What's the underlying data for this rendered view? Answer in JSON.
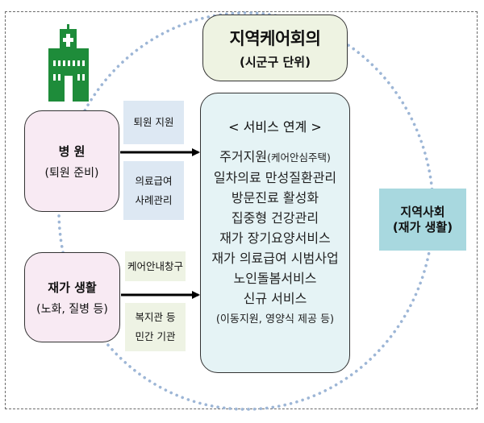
{
  "council": {
    "title": "지역케어회의",
    "subtitle": "(시군구 단위)"
  },
  "service": {
    "heading": "< 서비스 연계 >",
    "items": [
      {
        "main": "주거지원",
        "sub": "(케어안심주택)"
      },
      {
        "main": "일차의료 만성질환관리",
        "sub": ""
      },
      {
        "main": "방문진료 활성화",
        "sub": ""
      },
      {
        "main": "집중형 건강관리",
        "sub": ""
      },
      {
        "main": "재가 장기요양서비스",
        "sub": ""
      },
      {
        "main": "재가 의료급여 시범사업",
        "sub": ""
      },
      {
        "main": "노인돌봄서비스",
        "sub": ""
      },
      {
        "main": "신규 서비스",
        "sub": ""
      }
    ],
    "note": "(이동지원, 영양식 제공 등)"
  },
  "hospital": {
    "title": "병 원",
    "subtitle": "(퇴원 준비)",
    "icon": "hospital-building-icon"
  },
  "home_living": {
    "title": "재가 생활",
    "subtitle": "(노화, 질병 등)"
  },
  "labels": {
    "discharge_support": "퇴원 지원",
    "medical_aid_line1": "의료급여",
    "medical_aid_line2": "사례관리",
    "care_window": "케어안내창구",
    "welfare_line1": "복지관 등",
    "welfare_line2": "민간 기관"
  },
  "community": {
    "line1": "지역사회",
    "line2": "(재가 생활)"
  },
  "colors": {
    "hospital_icon": "#1e8c3a",
    "dotted_circle": "#9db6d6",
    "council_bg": "#eef3e2",
    "service_bg": "#e5f3f5",
    "origin_bg": "#f8eaf3",
    "label_blue": "#dde8f3",
    "label_green": "#eef3e4",
    "community_bg": "#a8d8df"
  }
}
